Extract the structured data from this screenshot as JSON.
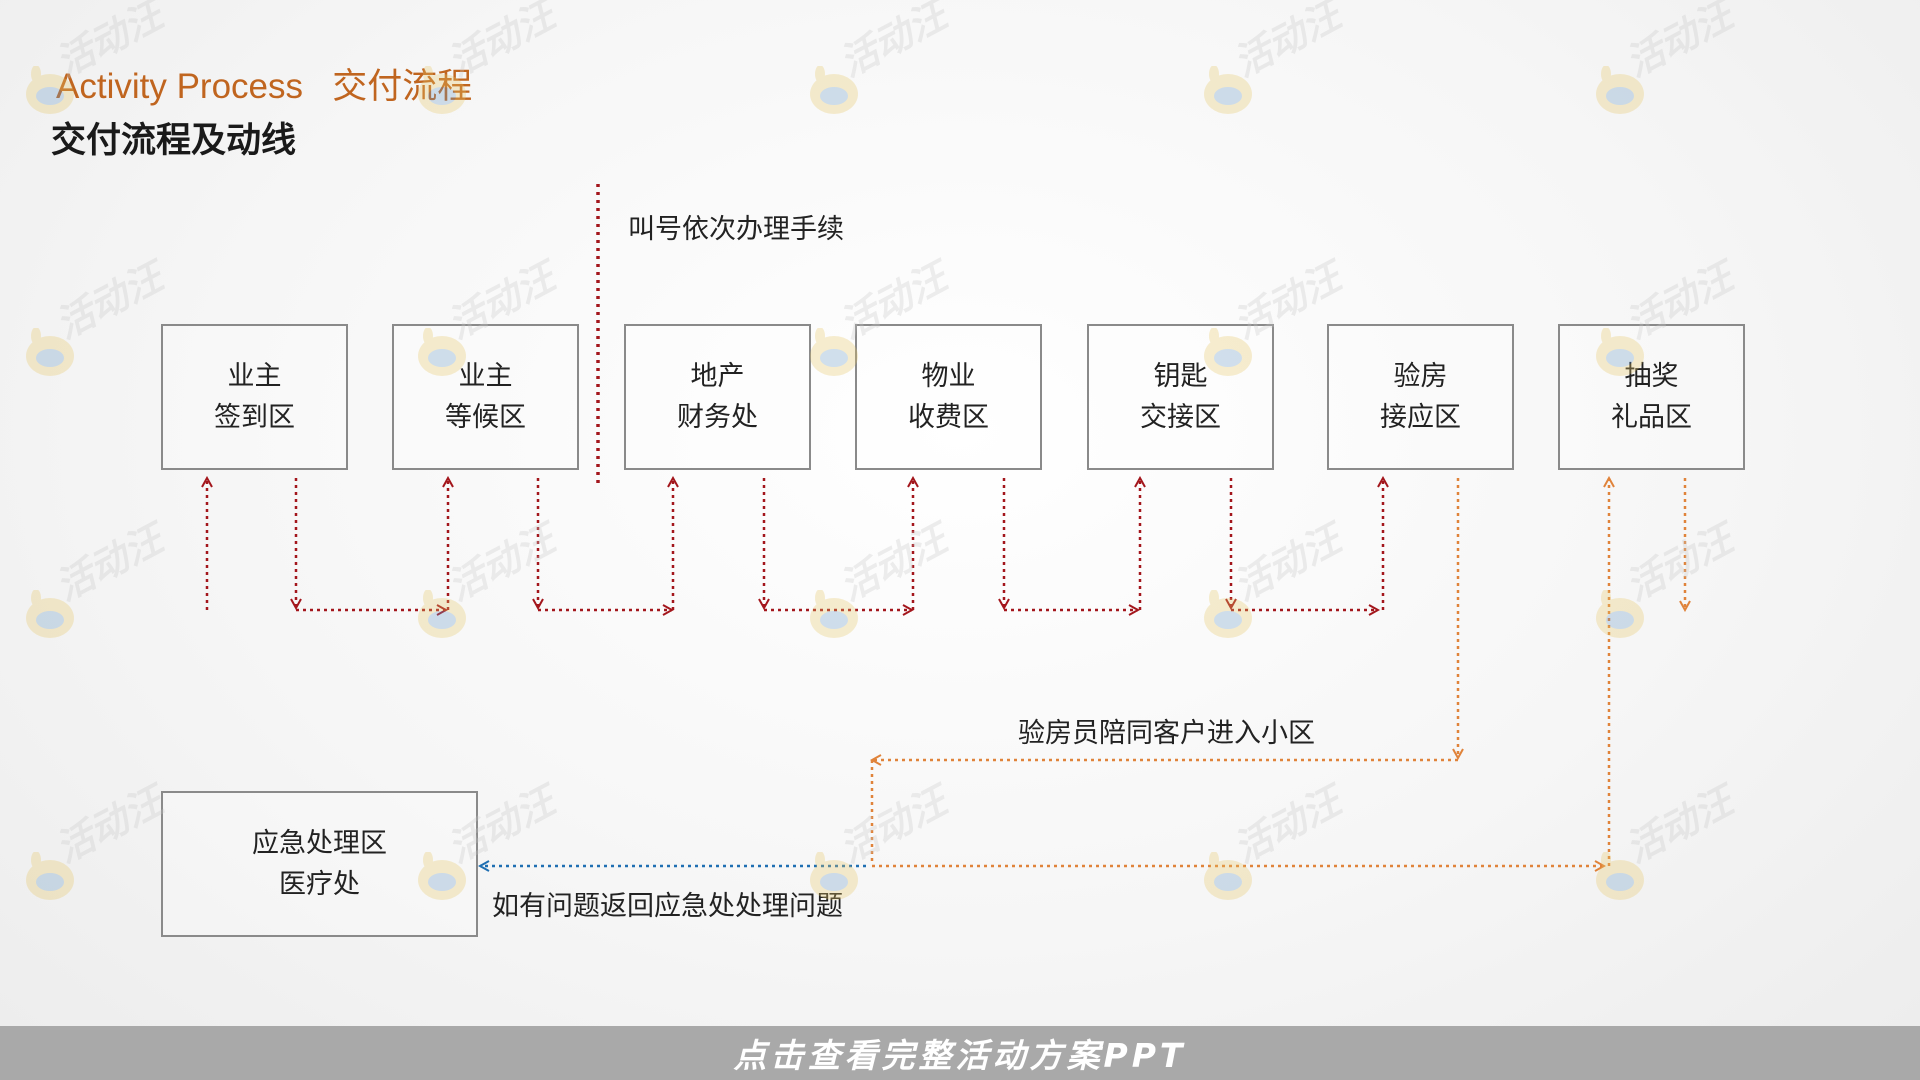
{
  "header": {
    "title_en": "Activity Process",
    "title_cn": "交付流程",
    "subtitle": "交付流程及动线"
  },
  "boxes": [
    {
      "id": "owner-signin",
      "line1": "业主",
      "line2": "签到区"
    },
    {
      "id": "owner-waiting",
      "line1": "业主",
      "line2": "等候区"
    },
    {
      "id": "finance",
      "line1": "地产",
      "line2": "财务处"
    },
    {
      "id": "property-fee",
      "line1": "物业",
      "line2": "收费区"
    },
    {
      "id": "key-handover",
      "line1": "钥匙",
      "line2": "交接区"
    },
    {
      "id": "inspection",
      "line1": "验房",
      "line2": "接应区"
    },
    {
      "id": "lottery",
      "line1": "抽奖",
      "line2": "礼品区"
    },
    {
      "id": "emergency",
      "line1": "应急处理区",
      "line2": "医疗处"
    }
  ],
  "notes": {
    "queue": "叫号依次办理手续",
    "accompany": "验房员陪同客户进入小区",
    "emergency_return": "如有问题返回应急处处理问题"
  },
  "watermark": {
    "text": "活动汪"
  },
  "footer": {
    "cta": "点击查看完整活动方案PPT"
  },
  "colors": {
    "main_flow": "#a3161c",
    "inspection_flow": "#e0833a",
    "emergency_flow": "#1f6fb2",
    "divider": "#a3161c",
    "header_accent": "#c0651f"
  }
}
